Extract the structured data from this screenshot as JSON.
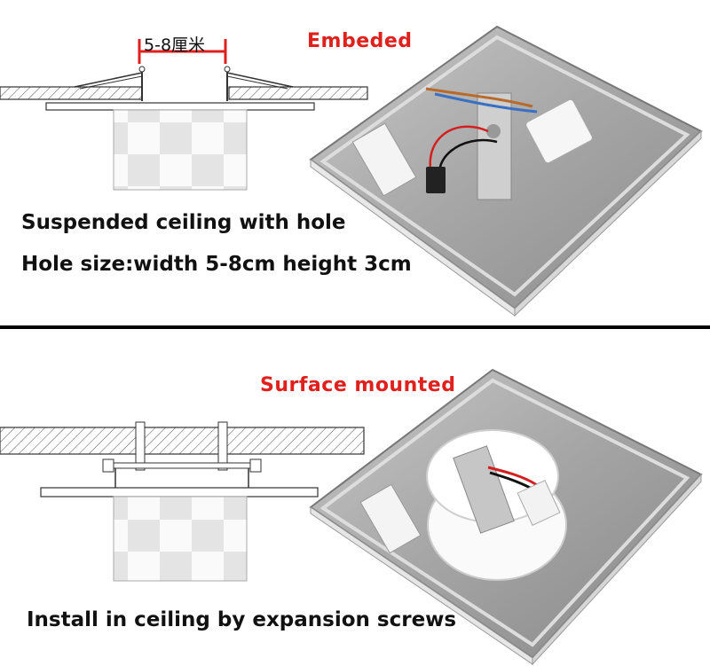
{
  "top": {
    "dimension_label": "5-8厘米",
    "title": "Embeded",
    "caption_line1": "Suspended ceiling with hole",
    "caption_line2": "Hole size:width 5-8cm height 3cm"
  },
  "bottom": {
    "title": "Surface mounted",
    "caption": "Install in ceiling by expansion screws"
  },
  "colors": {
    "accent_red": "#e0201c",
    "text": "#111111",
    "steel": "#9a9a9a"
  }
}
